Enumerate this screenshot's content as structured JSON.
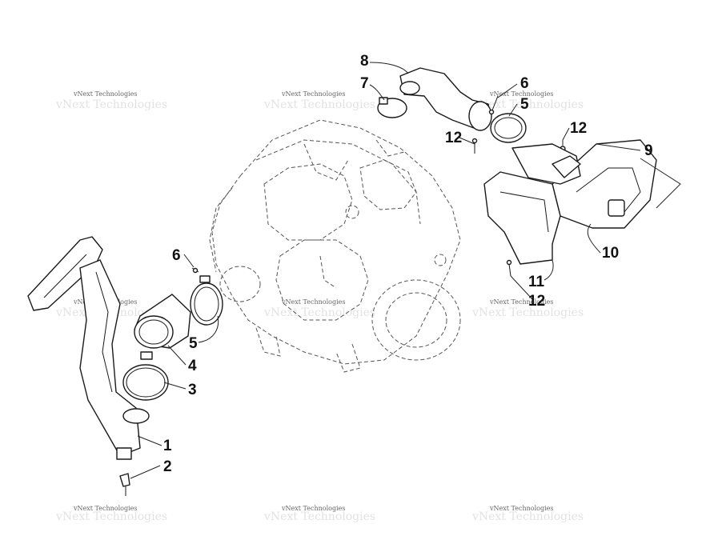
{
  "diagram": {
    "callouts": [
      {
        "id": "c1",
        "label": "1"
      },
      {
        "id": "c2",
        "label": "2"
      },
      {
        "id": "c3",
        "label": "3"
      },
      {
        "id": "c4",
        "label": "4"
      },
      {
        "id": "c5a",
        "label": "5"
      },
      {
        "id": "c5b",
        "label": "5"
      },
      {
        "id": "c6a",
        "label": "6"
      },
      {
        "id": "c6b",
        "label": "6"
      },
      {
        "id": "c7",
        "label": "7"
      },
      {
        "id": "c8",
        "label": "8"
      },
      {
        "id": "c9",
        "label": "9"
      },
      {
        "id": "c10",
        "label": "10"
      },
      {
        "id": "c11",
        "label": "11"
      },
      {
        "id": "c12a",
        "label": "12"
      },
      {
        "id": "c12b",
        "label": "12"
      },
      {
        "id": "c12c",
        "label": "12"
      }
    ]
  },
  "watermark": {
    "text": "vNext Technologies"
  }
}
